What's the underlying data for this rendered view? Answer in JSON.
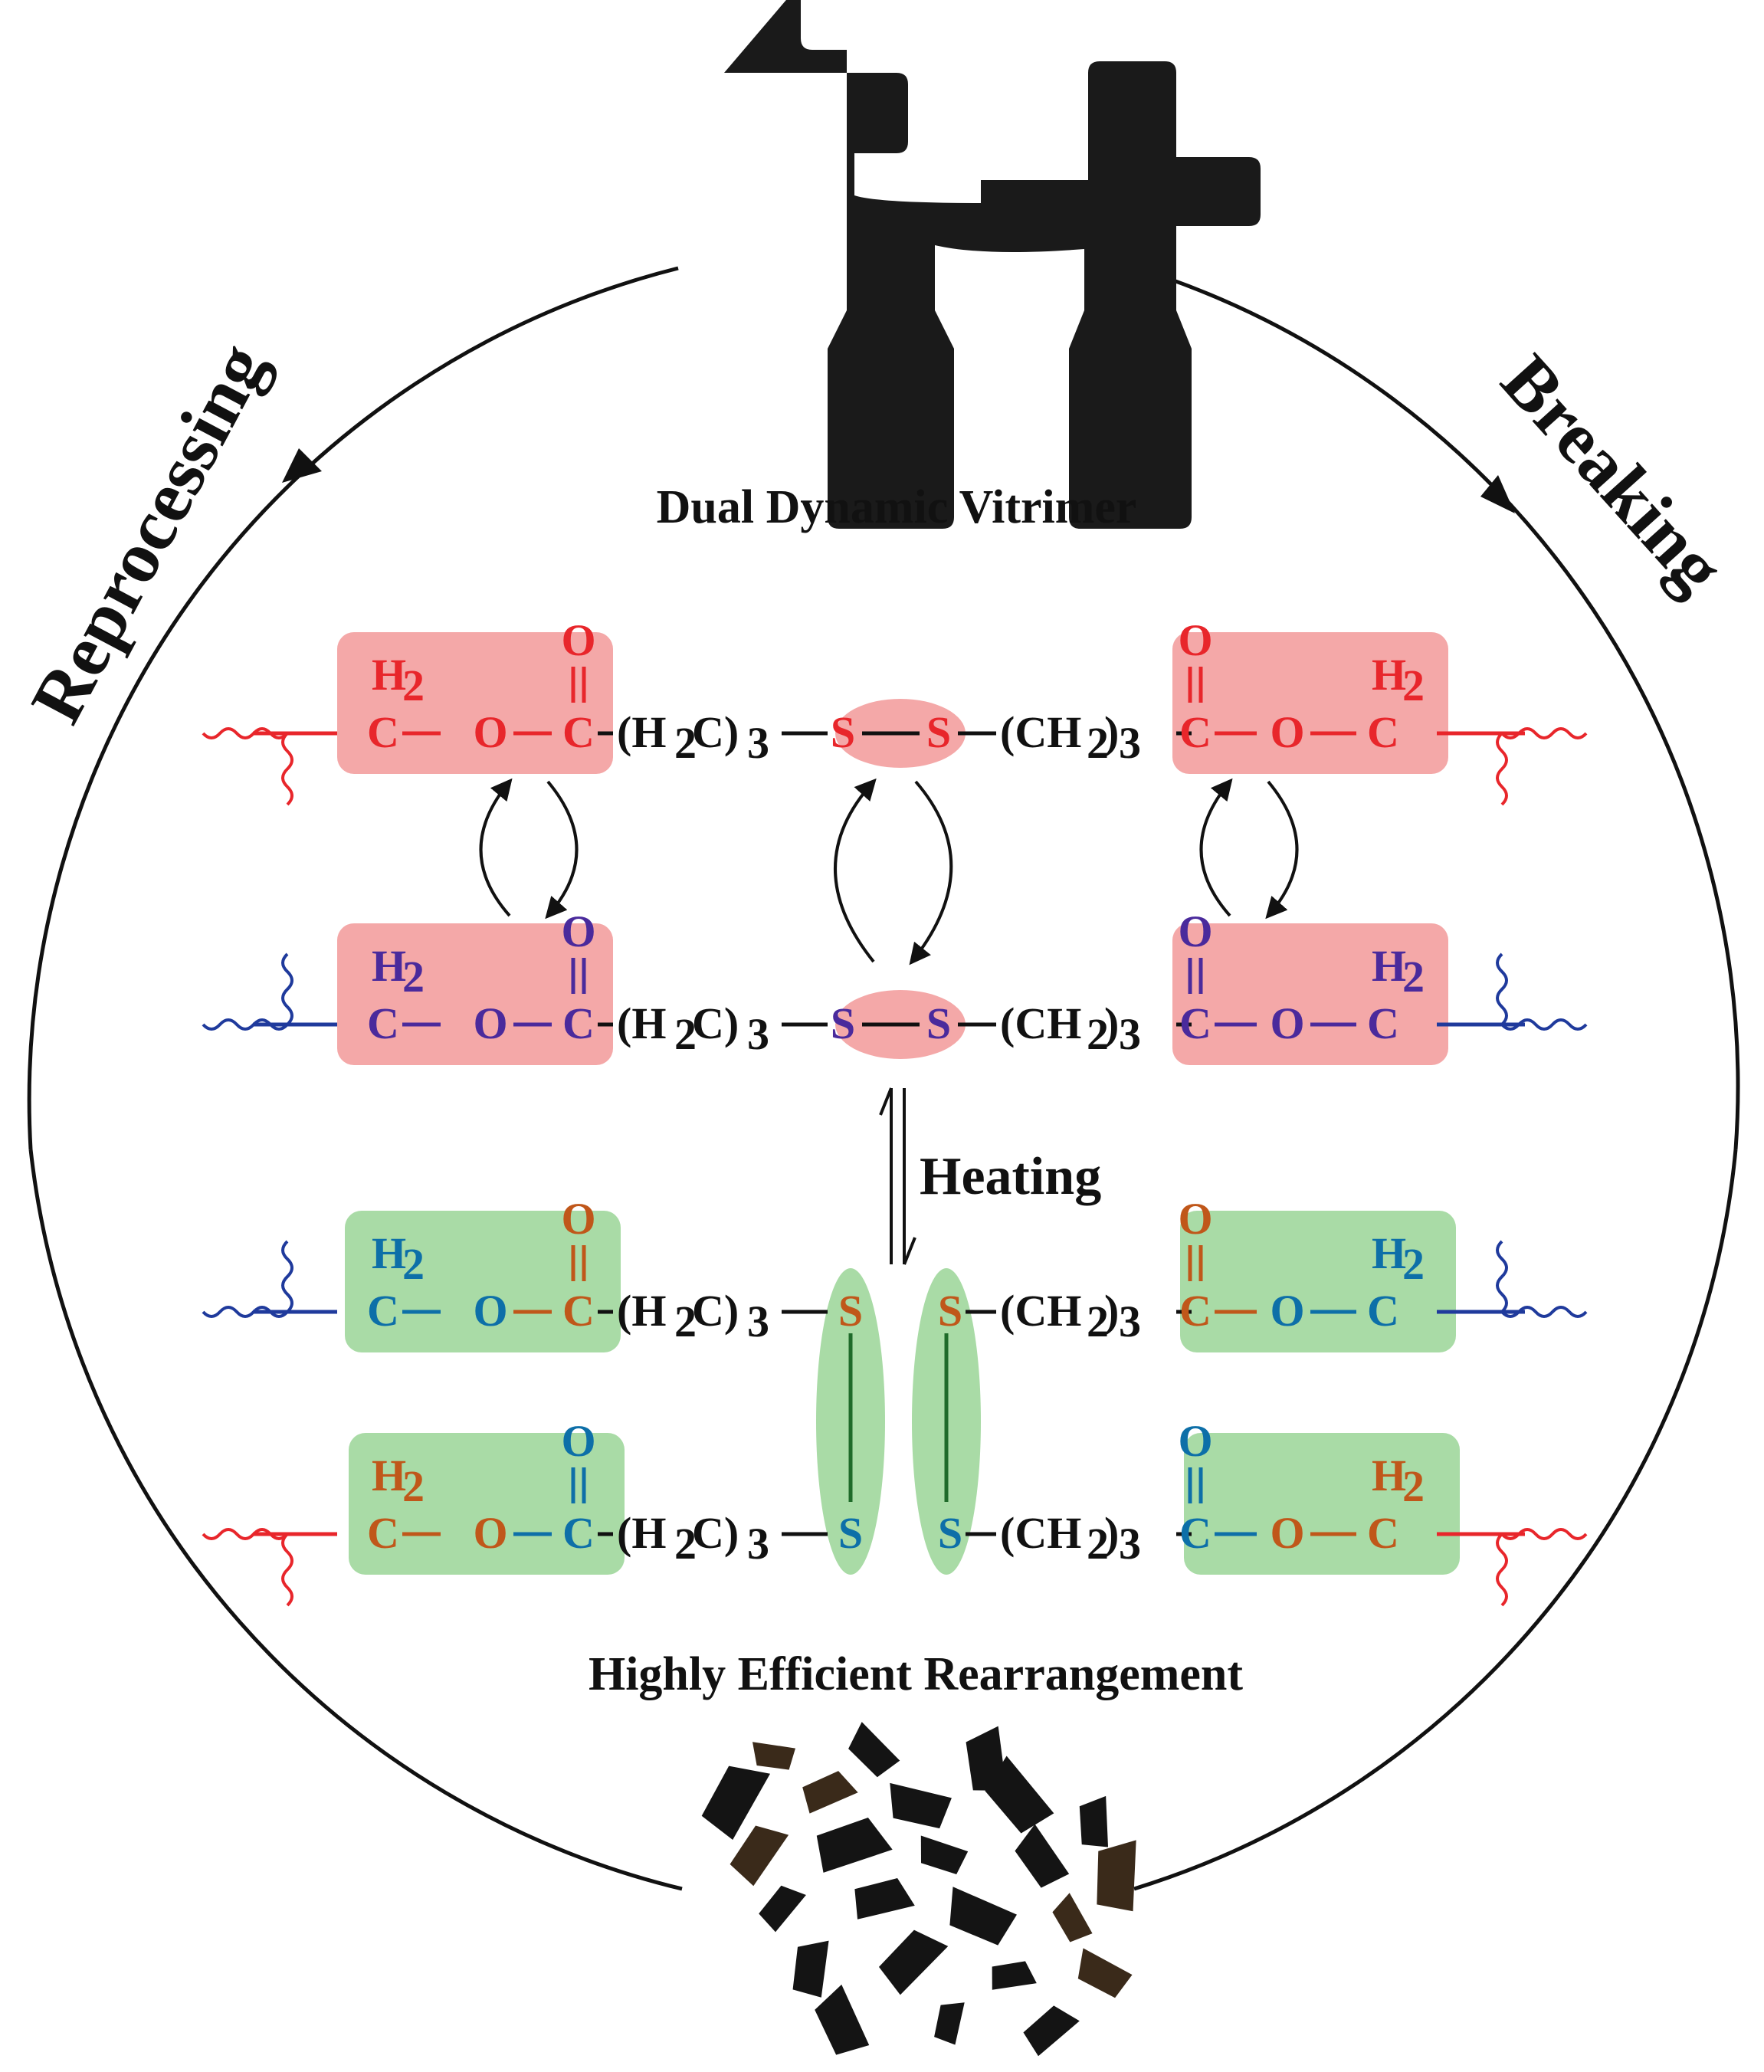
{
  "labels": {
    "top_caption": "Dual Dynamic Vitrimer",
    "bottom_caption": "Highly Efficient Rearrangement",
    "left_arc": "Reprocessing",
    "right_arc": "Breaking",
    "heating": "Heating"
  },
  "chem": {
    "H2": "H",
    "sub2": "2",
    "sub3": "3",
    "C": "C",
    "O": "O",
    "S": "S",
    "H2C_open": "(H",
    "H2C_close": "C)",
    "CH2_open": "(CH",
    "CH2_close": ")"
  },
  "colors": {
    "red_chain": "#e8262b",
    "blue_chain": "#1f3a9c",
    "purple_atom": "#4a2a9c",
    "orange_atom": "#c0571a",
    "teal_atom": "#0d6fa8",
    "pink_box": "#f4a8a8",
    "green_box": "#a9dba6",
    "black": "#111111"
  }
}
